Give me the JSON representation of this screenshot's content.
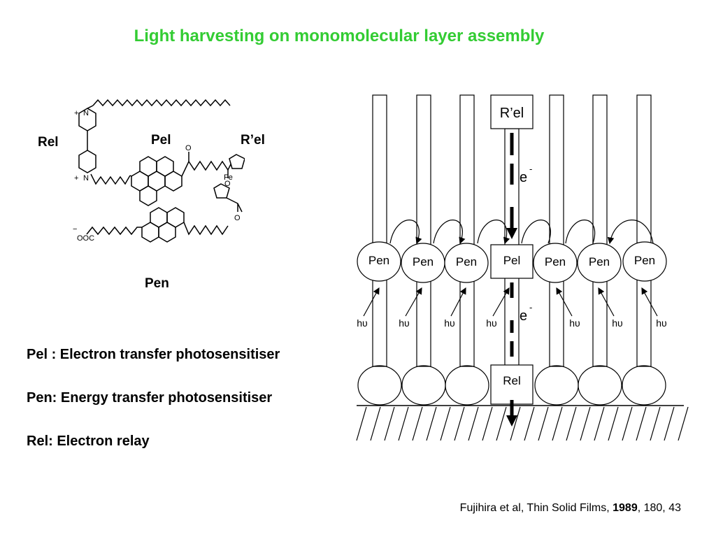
{
  "title": "Light harvesting on monomolecular layer assembly",
  "title_color": "#33cc33",
  "structure_labels": {
    "rel": "Rel",
    "pel": "Pel",
    "rpel": "R’el",
    "pen": "Pen",
    "charge_plus": "+",
    "charge_minus": "−",
    "n_atom": "N",
    "o_atom": "O",
    "fe_atom": "Fe",
    "ooc_group": "OOC"
  },
  "definitions": [
    "Pel : Electron transfer photosensitiser",
    "Pen: Energy transfer photosensitiser",
    "Rel:  Electron relay"
  ],
  "diagram": {
    "top_box": "R’el",
    "mid_box": "Pel",
    "bottom_box": "Rel",
    "electron": "e",
    "electron_sup": "-",
    "pen_label": "Pen",
    "photon_label": "hυ"
  },
  "citation": {
    "authors": "Fujihira et al, Thin Solid Films, ",
    "year": "1989",
    "rest": ", 180, 43"
  }
}
